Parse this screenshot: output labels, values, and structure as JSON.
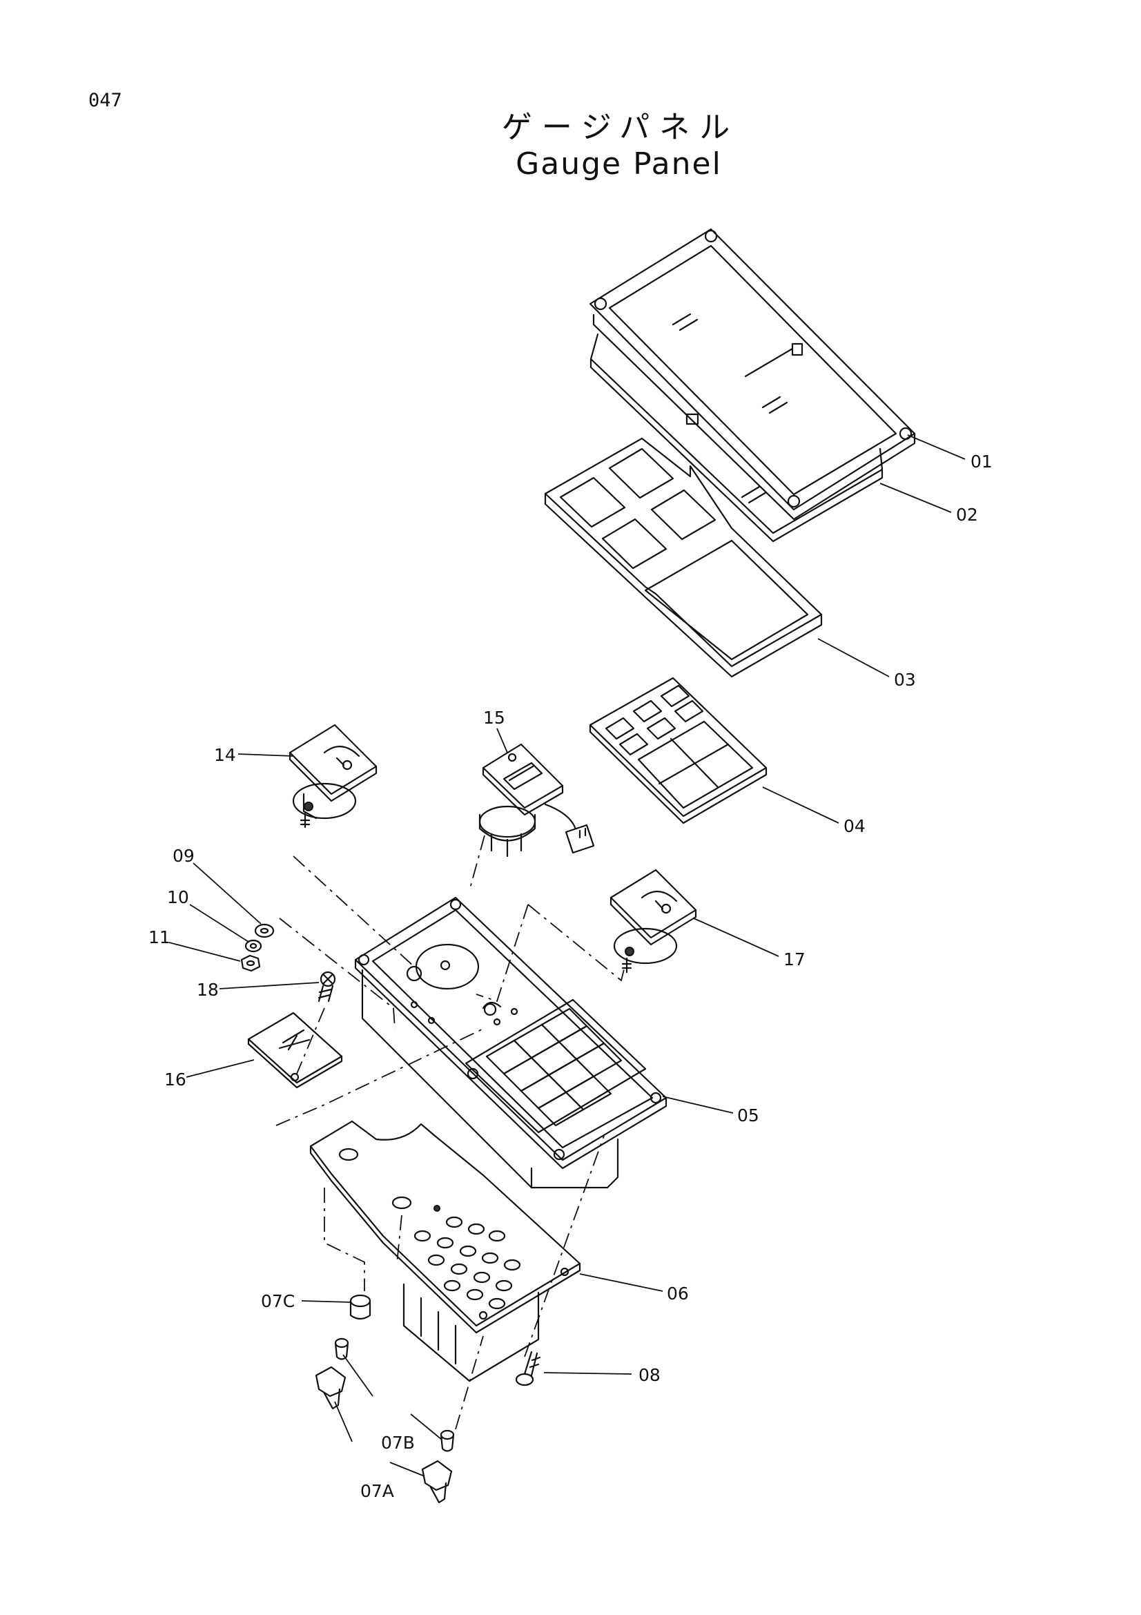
{
  "page_number": "047",
  "title_jp": "ゲージパネル",
  "title_en": "Gauge Panel",
  "parts": [
    {
      "id": "01"
    },
    {
      "id": "02"
    },
    {
      "id": "03"
    },
    {
      "id": "04"
    },
    {
      "id": "05"
    },
    {
      "id": "06"
    },
    {
      "id": "07A"
    },
    {
      "id": "07B"
    },
    {
      "id": "07C"
    },
    {
      "id": "08"
    },
    {
      "id": "09"
    },
    {
      "id": "10"
    },
    {
      "id": "11"
    },
    {
      "id": "14"
    },
    {
      "id": "15"
    },
    {
      "id": "16"
    },
    {
      "id": "17"
    },
    {
      "id": "18"
    }
  ]
}
